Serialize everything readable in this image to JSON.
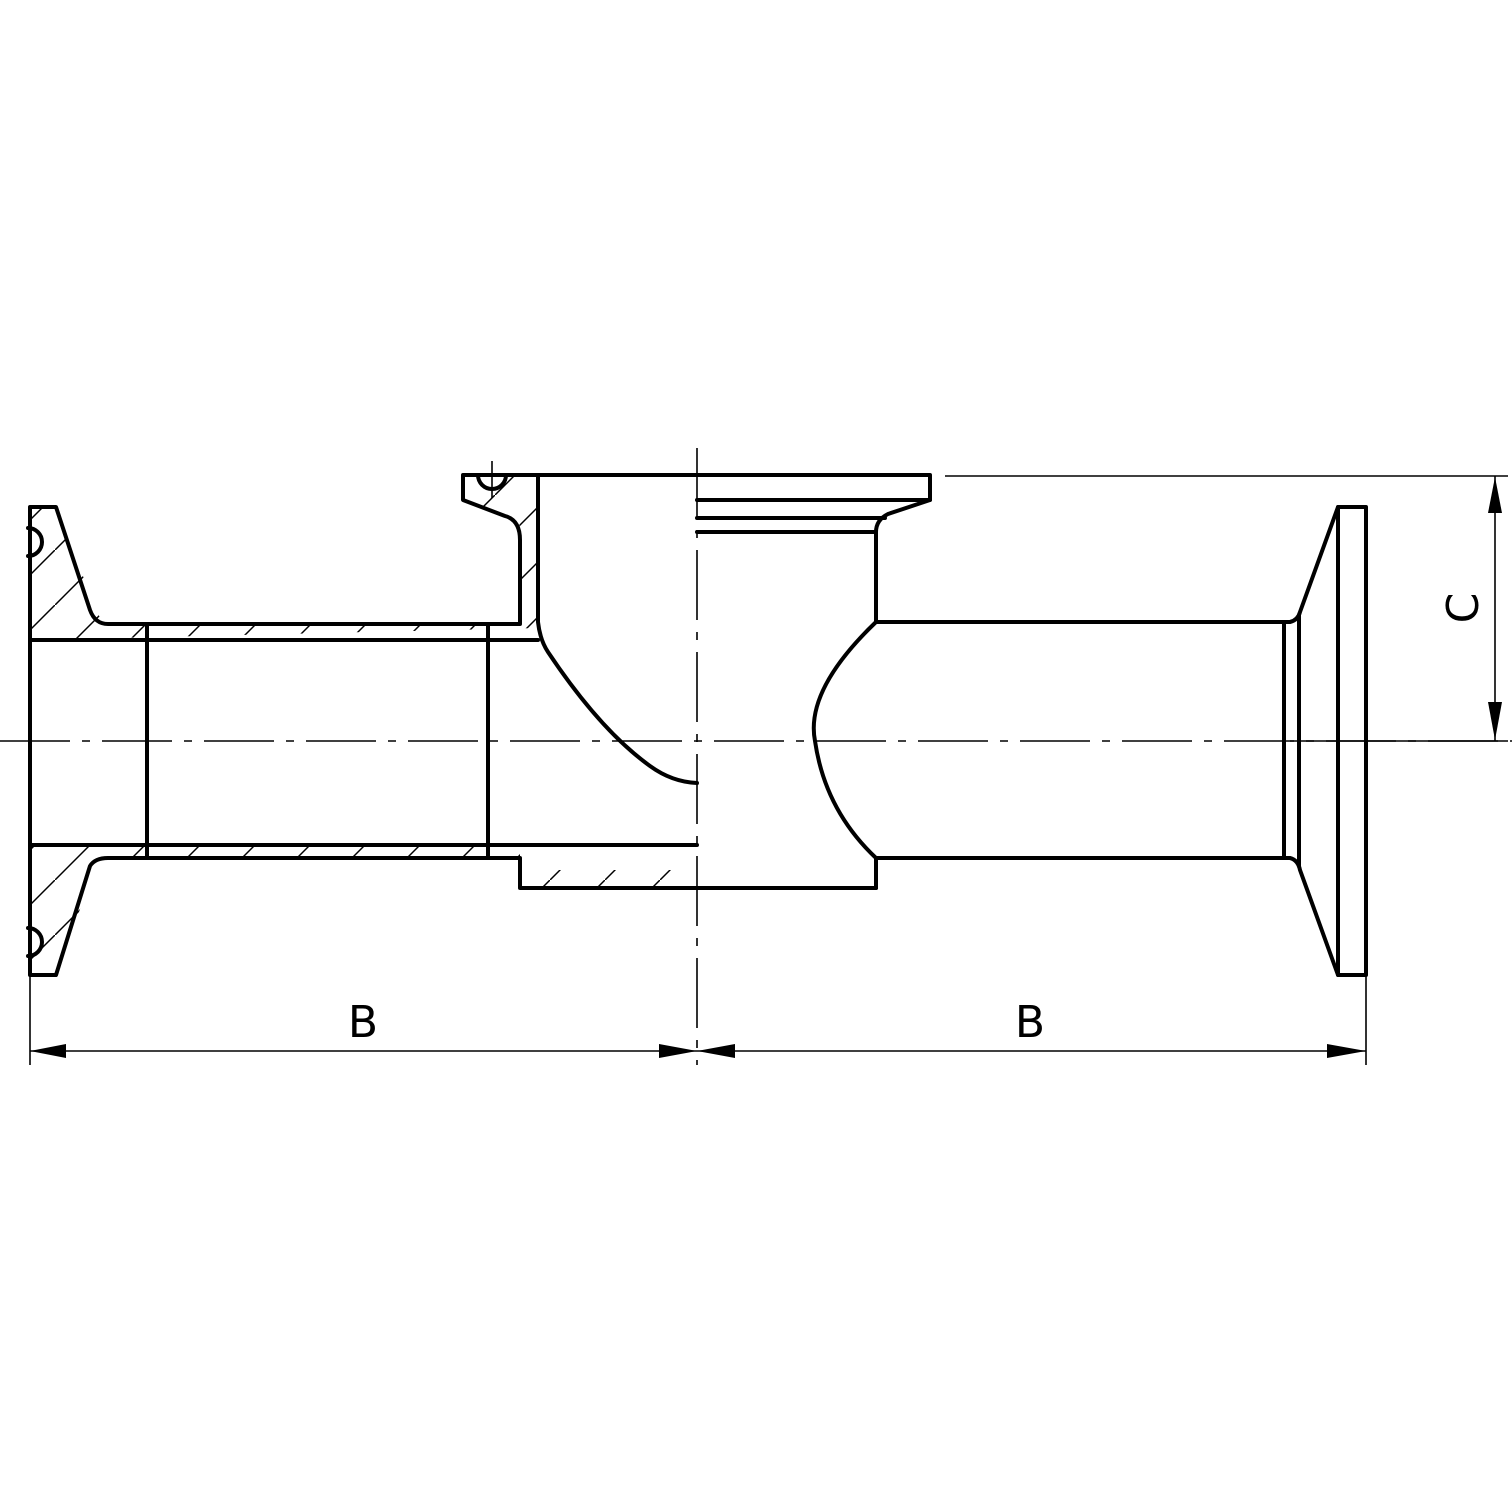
{
  "drawing": {
    "type": "sanitary tri-clamp tee fitting, half section view",
    "line_color": "#000000",
    "background": "#ffffff"
  },
  "dimensions": {
    "left_length_label": "B",
    "right_length_label": "B",
    "branch_height_label": "C"
  }
}
